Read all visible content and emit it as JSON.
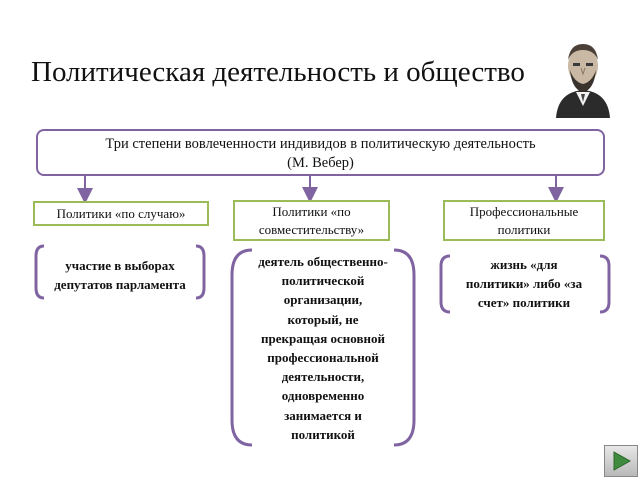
{
  "slide": {
    "title": "Политическая деятельность и общество",
    "root_box": {
      "line1": "Три степени вовлеченности индивидов в политическую деятельность",
      "line2": "(М. Вебер)"
    },
    "categories": [
      {
        "label": "Политики «по случаю»",
        "description": [
          "участие в выборах",
          "депутатов парламента"
        ]
      },
      {
        "label": "Политики «по совместительству»",
        "label_lines": [
          "Политики «по",
          "совместительству»"
        ],
        "description": [
          "деятель общественно-",
          "политической",
          "организации,",
          "который, не",
          "прекращая основной",
          "профессиональной",
          "деятельности,",
          "одновременно",
          "занимается и",
          "политикой"
        ]
      },
      {
        "label": "Профессиональные политики",
        "label_lines": [
          "Профессиональные",
          "политики"
        ],
        "description": [
          "жизнь «для",
          "политики» либо «за",
          "счет» политики"
        ]
      }
    ]
  },
  "colors": {
    "box_border": "#8064a2",
    "category_border": "#9bbb59",
    "arrow": "#8064a2",
    "nav_button": "#3f8a3f"
  },
  "icons": {
    "portrait": "portrait-icon",
    "next": "next-slide-icon"
  }
}
